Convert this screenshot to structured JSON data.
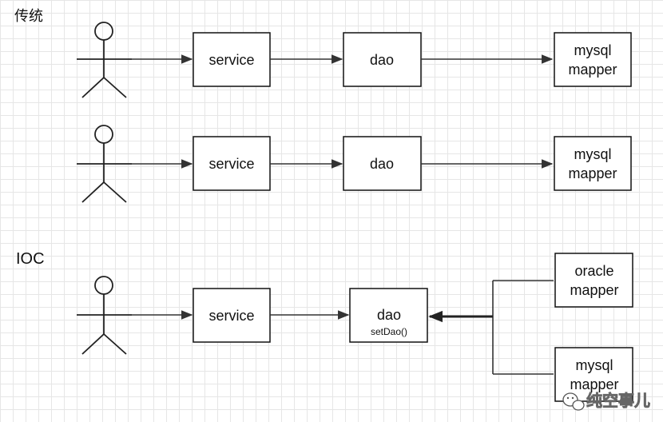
{
  "sections": {
    "traditional": {
      "title": "传统"
    },
    "ioc": {
      "title": "IOC"
    }
  },
  "rows": [
    {
      "service": {
        "label": "service"
      },
      "dao": {
        "label": "dao"
      },
      "mapper": {
        "line1": "mysql",
        "line2": "mapper"
      }
    },
    {
      "service": {
        "label": "service"
      },
      "dao": {
        "label": "dao"
      },
      "mapper": {
        "line1": "mysql",
        "line2": "mapper"
      }
    }
  ],
  "ioc": {
    "service": {
      "label": "service"
    },
    "dao": {
      "label": "dao",
      "method": "setDao()"
    },
    "oracle_mapper": {
      "line1": "oracle",
      "line2": "mapper"
    },
    "mysql_mapper": {
      "line1": "mysql",
      "line2": "mapper"
    }
  },
  "watermark": {
    "text": "纯空事儿",
    "icon": "wechat-icon"
  }
}
